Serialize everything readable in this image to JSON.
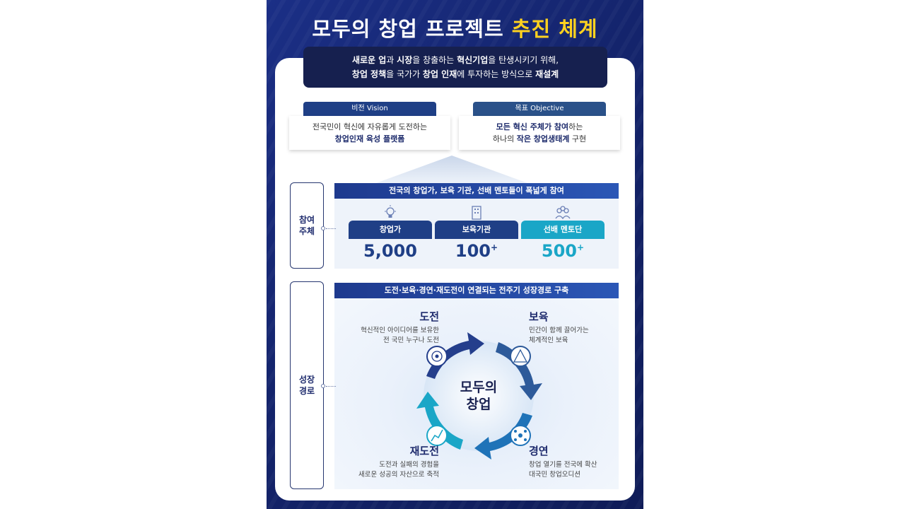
{
  "title": {
    "main": "모두의 창업 프로젝트",
    "highlight": "추진 체계"
  },
  "mission": {
    "line1_parts": [
      "새로운 업",
      "과 ",
      "시장",
      "을 창출하는 ",
      "혁신기업",
      "을 탄생시키기 위해,"
    ],
    "line2_parts": [
      "창업 정책",
      "을 국가가 ",
      "창업 인재",
      "에 투자하는 방식으로 ",
      "재설계"
    ]
  },
  "vision": {
    "header": "비전 Vision",
    "line1": "전국민이 혁신에 자유롭게 도전하는",
    "line2": "창업인재 육성 플랫폼"
  },
  "objective": {
    "header": "목표 Objective",
    "line1_bold": "모든 혁신 주체가 참여",
    "line1_rest": "하는",
    "line2_pre": "하나의 ",
    "line2_bold": "작은 창업생태계",
    "line2_post": " 구현"
  },
  "participants": {
    "side_label": [
      "참여",
      "주체"
    ],
    "header": "전국의 창업가, 보육 기관, 선배 멘토들이 폭넓게 참여",
    "items": [
      {
        "label": "창업가",
        "value": "5,000",
        "sup": "",
        "icon": "lightbulb-icon",
        "color": "#1f3f86"
      },
      {
        "label": "보육기관",
        "value": "100",
        "sup": "+",
        "icon": "building-icon",
        "color": "#1f3f86"
      },
      {
        "label": "선배 멘토단",
        "value": "500",
        "sup": "+",
        "icon": "mentor-group-icon",
        "color": "#1aa6c7"
      }
    ]
  },
  "growth": {
    "side_label": [
      "성장",
      "경로"
    ],
    "header": "도전·보육·경연·재도전이 연결되는 전주기 성장경로 구축",
    "center": [
      "모두의",
      "창업"
    ],
    "stages": [
      {
        "title": "도전",
        "desc1": "혁신적인 아이디어를 보유한",
        "desc2": "전 국민 누구나 도전",
        "icon": "target-icon"
      },
      {
        "title": "보육",
        "desc1": "민간이 함께 끌어가는",
        "desc2": "체계적인 보육",
        "icon": "people-pyramid-icon"
      },
      {
        "title": "경연",
        "desc1": "창업 열기를 전국에 확산",
        "desc2": "대국민 창업오디션",
        "icon": "network-icon"
      },
      {
        "title": "재도전",
        "desc1": "도전과 실패의 경험을",
        "desc2": "새로운 성공의 자산으로 축적",
        "icon": "climb-icon"
      }
    ]
  },
  "colors": {
    "navy": "#16204f",
    "blue": "#1f3f86",
    "teal": "#1aa6c7",
    "highlight": "#ffd21f"
  }
}
